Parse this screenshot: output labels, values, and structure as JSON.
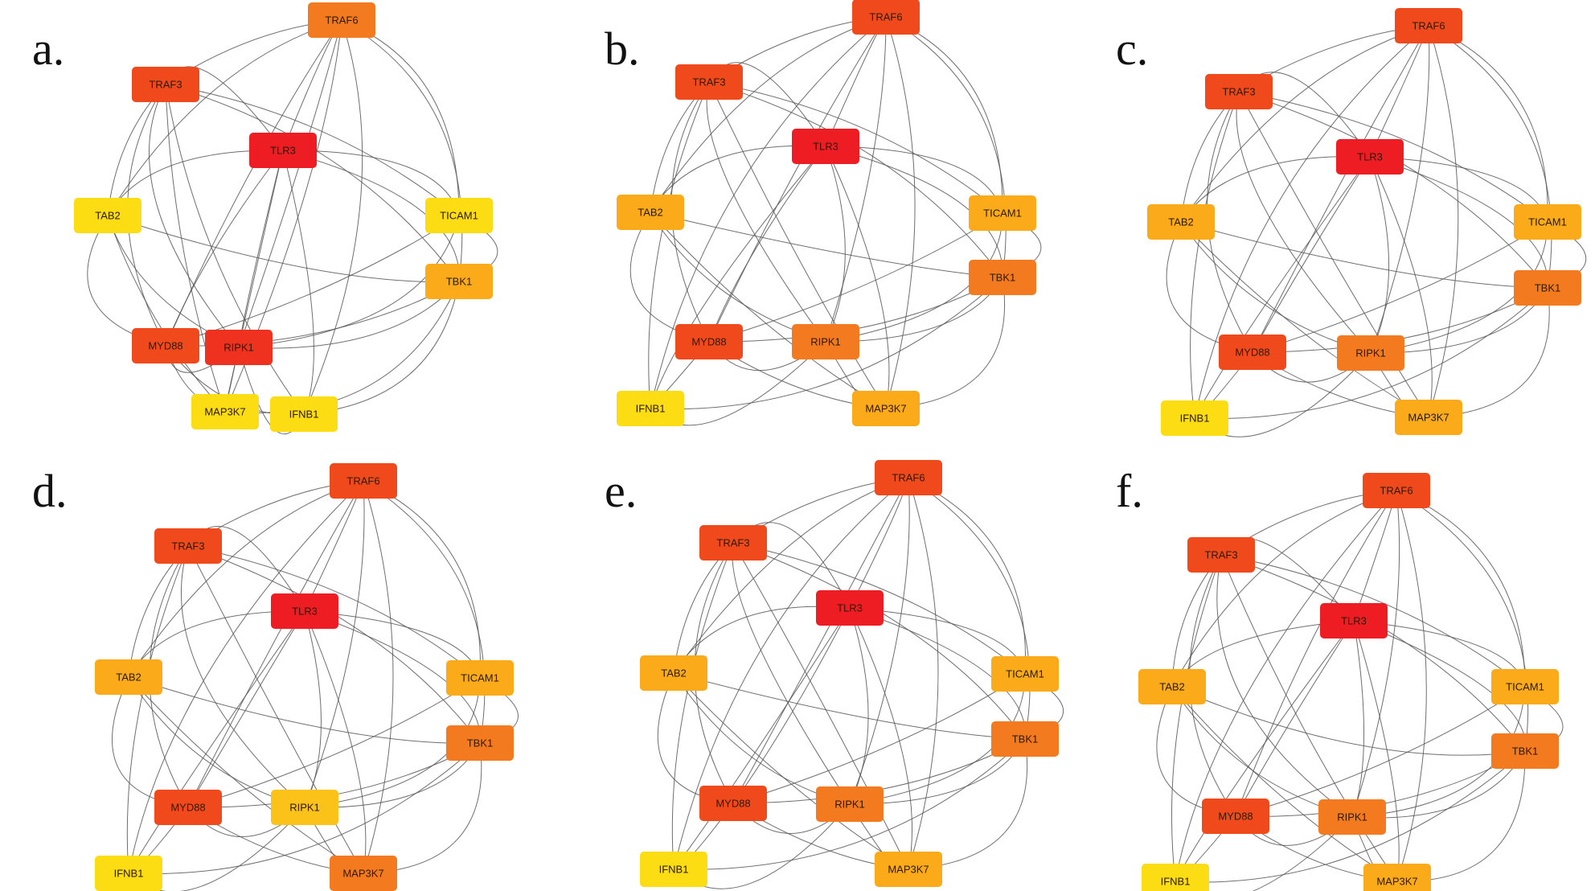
{
  "figure": {
    "panels": [
      {
        "label": "a.",
        "nodes": [
          {
            "id": "TRAF6",
            "label": "TRAF6",
            "color": "#f47a1f"
          },
          {
            "id": "TRAF3",
            "label": "TRAF3",
            "color": "#f04a1c"
          },
          {
            "id": "TLR3",
            "label": "TLR3",
            "color": "#ee1c23"
          },
          {
            "id": "TAB2",
            "label": "TAB2",
            "color": "#fcdc12"
          },
          {
            "id": "TICAM1",
            "label": "TICAM1",
            "color": "#fcdc12"
          },
          {
            "id": "TBK1",
            "label": "TBK1",
            "color": "#fbab1a"
          },
          {
            "id": "MYD88",
            "label": "MYD88",
            "color": "#f04a1c"
          },
          {
            "id": "RIPK1",
            "label": "RIPK1",
            "color": "#ef3220"
          },
          {
            "id": "MAP3K7",
            "label": "MAP3K7",
            "color": "#fcdc12"
          },
          {
            "id": "IFNB1",
            "label": "IFNB1",
            "color": "#fcdc12"
          }
        ]
      },
      {
        "label": "b.",
        "nodes": [
          {
            "id": "TRAF6",
            "label": "TRAF6",
            "color": "#f04a1c"
          },
          {
            "id": "TRAF3",
            "label": "TRAF3",
            "color": "#f04a1c"
          },
          {
            "id": "TLR3",
            "label": "TLR3",
            "color": "#ee1c23"
          },
          {
            "id": "TAB2",
            "label": "TAB2",
            "color": "#fbab1a"
          },
          {
            "id": "TICAM1",
            "label": "TICAM1",
            "color": "#fbab1a"
          },
          {
            "id": "TBK1",
            "label": "TBK1",
            "color": "#f47a1f"
          },
          {
            "id": "MYD88",
            "label": "MYD88",
            "color": "#f04a1c"
          },
          {
            "id": "RIPK1",
            "label": "RIPK1",
            "color": "#f47a1f"
          },
          {
            "id": "MAP3K7",
            "label": "MAP3K7",
            "color": "#fbab1a"
          },
          {
            "id": "IFNB1",
            "label": "IFNB1",
            "color": "#fcdc12"
          }
        ]
      },
      {
        "label": "c.",
        "nodes": [
          {
            "id": "TRAF6",
            "label": "TRAF6",
            "color": "#f04a1c"
          },
          {
            "id": "TRAF3",
            "label": "TRAF3",
            "color": "#f04a1c"
          },
          {
            "id": "TLR3",
            "label": "TLR3",
            "color": "#ee1c23"
          },
          {
            "id": "TAB2",
            "label": "TAB2",
            "color": "#fbab1a"
          },
          {
            "id": "TICAM1",
            "label": "TICAM1",
            "color": "#fbab1a"
          },
          {
            "id": "TBK1",
            "label": "TBK1",
            "color": "#f47a1f"
          },
          {
            "id": "MYD88",
            "label": "MYD88",
            "color": "#f04a1c"
          },
          {
            "id": "RIPK1",
            "label": "RIPK1",
            "color": "#f47a1f"
          },
          {
            "id": "MAP3K7",
            "label": "MAP3K7",
            "color": "#fbab1a"
          },
          {
            "id": "IFNB1",
            "label": "IFNB1",
            "color": "#fcdc12"
          }
        ]
      },
      {
        "label": "d.",
        "nodes": [
          {
            "id": "TRAF6",
            "label": "TRAF6",
            "color": "#f04a1c"
          },
          {
            "id": "TRAF3",
            "label": "TRAF3",
            "color": "#f04a1c"
          },
          {
            "id": "TLR3",
            "label": "TLR3",
            "color": "#ee1c23"
          },
          {
            "id": "TAB2",
            "label": "TAB2",
            "color": "#fbab1a"
          },
          {
            "id": "TICAM1",
            "label": "TICAM1",
            "color": "#fbab1a"
          },
          {
            "id": "TBK1",
            "label": "TBK1",
            "color": "#f47a1f"
          },
          {
            "id": "MYD88",
            "label": "MYD88",
            "color": "#f04a1c"
          },
          {
            "id": "RIPK1",
            "label": "RIPK1",
            "color": "#fbc21a"
          },
          {
            "id": "MAP3K7",
            "label": "MAP3K7",
            "color": "#f47a1f"
          },
          {
            "id": "IFNB1",
            "label": "IFNB1",
            "color": "#fcdc12"
          }
        ]
      },
      {
        "label": "e.",
        "nodes": [
          {
            "id": "TRAF6",
            "label": "TRAF6",
            "color": "#f04a1c"
          },
          {
            "id": "TRAF3",
            "label": "TRAF3",
            "color": "#f04a1c"
          },
          {
            "id": "TLR3",
            "label": "TLR3",
            "color": "#ee1c23"
          },
          {
            "id": "TAB2",
            "label": "TAB2",
            "color": "#fbab1a"
          },
          {
            "id": "TICAM1",
            "label": "TICAM1",
            "color": "#fbab1a"
          },
          {
            "id": "TBK1",
            "label": "TBK1",
            "color": "#f47a1f"
          },
          {
            "id": "MYD88",
            "label": "MYD88",
            "color": "#f04a1c"
          },
          {
            "id": "RIPK1",
            "label": "RIPK1",
            "color": "#f47a1f"
          },
          {
            "id": "MAP3K7",
            "label": "MAP3K7",
            "color": "#fbab1a"
          },
          {
            "id": "IFNB1",
            "label": "IFNB1",
            "color": "#fcdc12"
          }
        ]
      },
      {
        "label": "f.",
        "nodes": [
          {
            "id": "TRAF6",
            "label": "TRAF6",
            "color": "#f04a1c"
          },
          {
            "id": "TRAF3",
            "label": "TRAF3",
            "color": "#f04a1c"
          },
          {
            "id": "TLR3",
            "label": "TLR3",
            "color": "#ee1c23"
          },
          {
            "id": "TAB2",
            "label": "TAB2",
            "color": "#fbab1a"
          },
          {
            "id": "TICAM1",
            "label": "TICAM1",
            "color": "#fbab1a"
          },
          {
            "id": "TBK1",
            "label": "TBK1",
            "color": "#f47a1f"
          },
          {
            "id": "MYD88",
            "label": "MYD88",
            "color": "#f04a1c"
          },
          {
            "id": "RIPK1",
            "label": "RIPK1",
            "color": "#f47a1f"
          },
          {
            "id": "MAP3K7",
            "label": "MAP3K7",
            "color": "#fbab1a"
          },
          {
            "id": "IFNB1",
            "label": "IFNB1",
            "color": "#fcdc12"
          }
        ]
      }
    ],
    "edges": [
      [
        "TRAF6",
        "TRAF3"
      ],
      [
        "TRAF6",
        "TLR3"
      ],
      [
        "TRAF6",
        "TAB2"
      ],
      [
        "TRAF6",
        "TICAM1"
      ],
      [
        "TRAF6",
        "TBK1"
      ],
      [
        "TRAF6",
        "MYD88"
      ],
      [
        "TRAF6",
        "RIPK1"
      ],
      [
        "TRAF6",
        "MAP3K7"
      ],
      [
        "TRAF6",
        "IFNB1"
      ],
      [
        "TRAF3",
        "TLR3"
      ],
      [
        "TRAF3",
        "TAB2"
      ],
      [
        "TRAF3",
        "TICAM1"
      ],
      [
        "TRAF3",
        "TBK1"
      ],
      [
        "TRAF3",
        "MYD88"
      ],
      [
        "TRAF3",
        "RIPK1"
      ],
      [
        "TRAF3",
        "MAP3K7"
      ],
      [
        "TRAF3",
        "IFNB1"
      ],
      [
        "TLR3",
        "TAB2"
      ],
      [
        "TLR3",
        "TICAM1"
      ],
      [
        "TLR3",
        "TBK1"
      ],
      [
        "TLR3",
        "MYD88"
      ],
      [
        "TLR3",
        "RIPK1"
      ],
      [
        "TLR3",
        "MAP3K7"
      ],
      [
        "TLR3",
        "IFNB1"
      ],
      [
        "TAB2",
        "MYD88"
      ],
      [
        "TAB2",
        "MAP3K7"
      ],
      [
        "TAB2",
        "RIPK1"
      ],
      [
        "TAB2",
        "TBK1"
      ],
      [
        "TICAM1",
        "TBK1"
      ],
      [
        "TICAM1",
        "RIPK1"
      ],
      [
        "TICAM1",
        "MYD88"
      ],
      [
        "TBK1",
        "MYD88"
      ],
      [
        "TBK1",
        "RIPK1"
      ],
      [
        "TBK1",
        "IFNB1"
      ],
      [
        "TBK1",
        "MAP3K7"
      ],
      [
        "MYD88",
        "MAP3K7"
      ],
      [
        "MYD88",
        "IFNB1"
      ],
      [
        "MYD88",
        "RIPK1"
      ],
      [
        "RIPK1",
        "MAP3K7"
      ],
      [
        "RIPK1",
        "IFNB1"
      ]
    ]
  }
}
